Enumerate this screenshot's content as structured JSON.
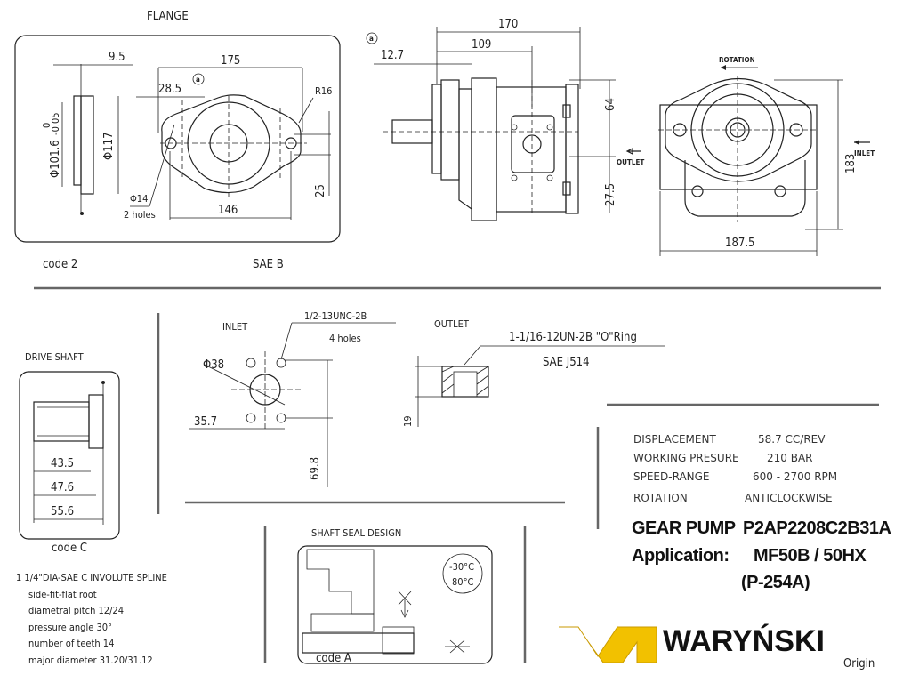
{
  "flange": {
    "title": "FLANGE",
    "dims": {
      "d9_5": "9.5",
      "d175": "175",
      "d28_5": "28.5",
      "mark": "a",
      "r16": "R16",
      "dia101": "Φ101.6",
      "tol_up": "0",
      "tol_low": "-0.05",
      "dia117": "Φ117",
      "dia14": "Φ14",
      "holes": "2 holes",
      "d146": "146",
      "d25": "25"
    },
    "code": "code 2",
    "standard": "SAE B"
  },
  "side_view": {
    "mark": "a",
    "dims": {
      "d170": "170",
      "d109": "109",
      "d12_7": "12.7",
      "d64": "64",
      "d27_5": "27.5"
    },
    "outlet_label": "OUTLET"
  },
  "front_view": {
    "rotation_label": "ROTATION",
    "inlet_label": "INLET",
    "dims": {
      "d183": "183",
      "d187_5": "187.5"
    }
  },
  "drive_shaft": {
    "title": "DRIVE SHAFT",
    "dims": {
      "d43_5": "43.5",
      "d47_6": "47.6",
      "d55_6": "55.6"
    },
    "code": "code C",
    "spec_lines": [
      "1 1/4\"DIA-SAE C  INVOLUTE SPLINE",
      "side-fit-flat root",
      "diametral pitch  12/24",
      "pressure angle  30°",
      "number of teeth  14",
      "major diameter  31.20/31.12"
    ]
  },
  "inlet": {
    "title": "INLET",
    "thread": "1/2-13UNC-2B",
    "holes": "4 holes",
    "dia": "Φ38",
    "d35_7": "35.7",
    "d69_8": "69.8"
  },
  "outlet": {
    "title": "OUTLET",
    "thread": "1-1/16-12UN-2B \"O\"Ring",
    "standard": "SAE J514",
    "d19": "19"
  },
  "shaft_seal": {
    "title": "SHAFT SEAL DESIGN",
    "temp_low": "-30°C",
    "temp_high": "80°C",
    "code": "code A"
  },
  "specs": [
    {
      "label": "DISPLACEMENT",
      "value": "58.7 CC/REV"
    },
    {
      "label": "WORKING PRESURE",
      "value": "210 BAR"
    },
    {
      "label": "SPEED-RANGE",
      "value": "600 - 2700 RPM"
    },
    {
      "label": "ROTATION",
      "value": "ANTICLOCKWISE"
    }
  ],
  "product": {
    "type_label": "GEAR PUMP",
    "model": "P2AP2208C2B31A",
    "application_label": "Application:",
    "application": "MF50B / 50HX",
    "ref": "(P-254A)"
  },
  "brand": {
    "name": "WARYŃSKI",
    "sub": "Origin",
    "accent": "#f2c100"
  }
}
